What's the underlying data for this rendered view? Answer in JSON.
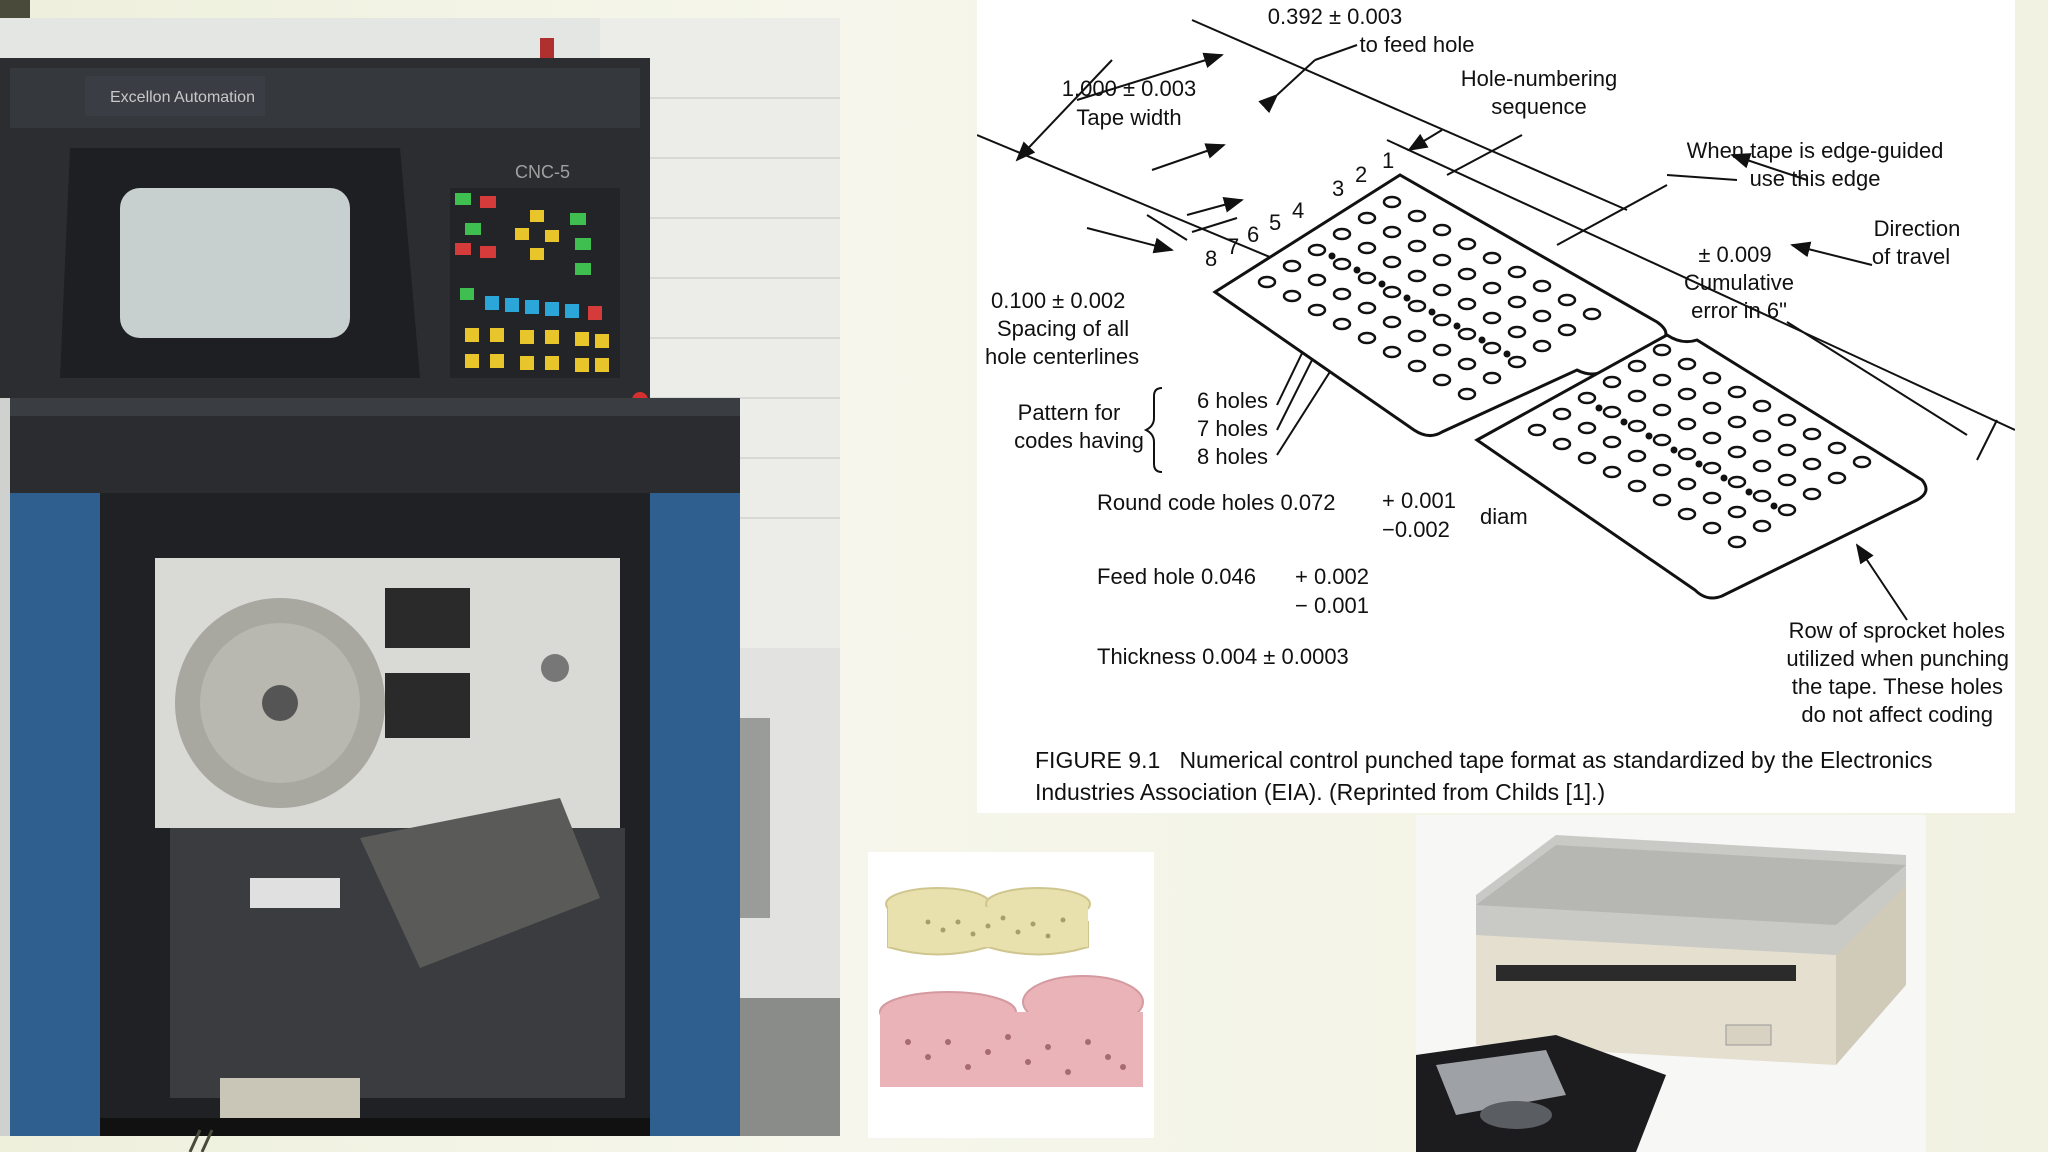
{
  "machine": {
    "brand": "Excellon Automation",
    "model": "CNC-5"
  },
  "figure": {
    "feed_hole_offset": "0.392 ± 0.003",
    "feed_hole_offset_sub": "to feed hole",
    "tape_width": "1.000 ± 0.003",
    "tape_width_label": "Tape width",
    "hole_numbering_line1": "Hole-numbering",
    "hole_numbering_line2": "sequence",
    "edge_guided_line1": "When tape is edge-guided",
    "edge_guided_line2": "use this edge",
    "direction_line1": "Direction",
    "direction_line2": "of travel",
    "cum_error_line1": "± 0.009",
    "cum_error_line2": "Cumulative",
    "cum_error_line3": "error in 6\"",
    "spacing_line1": "0.100 ± 0.002",
    "spacing_line2": "Spacing of all",
    "spacing_line3": "hole centerlines",
    "pattern_line1": "Pattern for",
    "pattern_line2": "codes having",
    "holes_6": "6 holes",
    "holes_7": "7 holes",
    "holes_8": "8 holes",
    "round_code_label": "Round code holes 0.072",
    "round_code_plus": "+ 0.001",
    "round_code_minus": "−0.002",
    "diam": "diam",
    "feed_hole_label": "Feed hole 0.046",
    "feed_hole_plus": "+  0.002",
    "feed_hole_minus": "−  0.001",
    "thickness": "Thickness 0.004 ± 0.0003",
    "sprocket_line1": "Row of sprocket holes",
    "sprocket_line2": "utilized when punching",
    "sprocket_line3": "the tape.  These holes",
    "sprocket_line4": "do not affect coding",
    "n1": "1",
    "n2": "2",
    "n3": "3",
    "n4": "4",
    "n5": "5",
    "n6": "6",
    "n7": "7",
    "n8": "8",
    "caption_label": "FIGURE 9.1",
    "caption_text": "Numerical control punched tape format as standardized by the Electronics Industries Association (EIA). (Reprinted from Childs [1].)"
  },
  "colors": {
    "machine_blue": "#2f5f8f",
    "machine_dark": "#2b2d31",
    "tape_yellow": "#e9e1ad",
    "tape_pink": "#eab3b8"
  }
}
